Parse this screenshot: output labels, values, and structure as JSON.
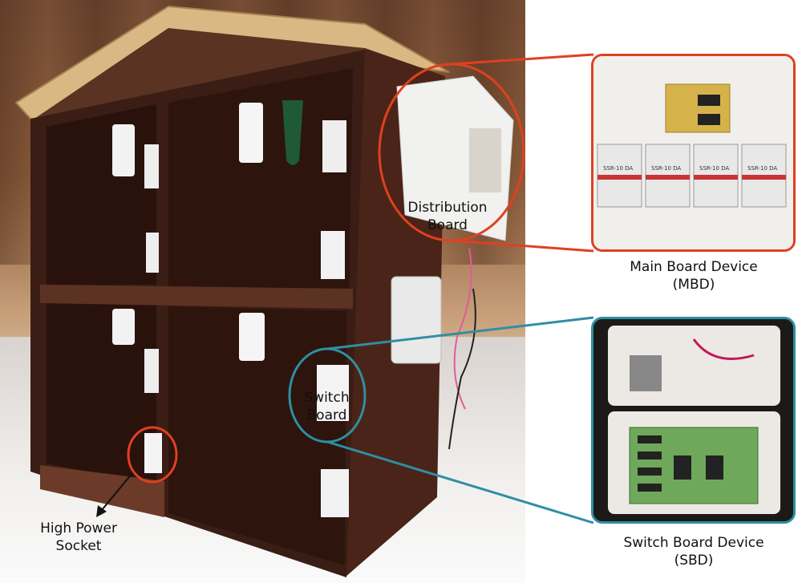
{
  "labels": {
    "distribution_board": "Distribution Board",
    "switch_board": "Switch Board",
    "high_power_socket": "High Power Socket",
    "main_board_device": "Main Board Device",
    "main_board_abbr": "(MBD)",
    "switch_board_device": "Switch Board Device",
    "switch_board_abbr": "(SBD)"
  },
  "relay_labels": [
    "SSR-10 DA",
    "SSR-10 DA",
    "SSR-10 DA",
    "SSR-10 DA"
  ],
  "colors": {
    "main_callout": "#e0401f",
    "switch_callout": "#2e8fa3",
    "house_wood": "#3a1d14",
    "roof": "#d9b884"
  }
}
